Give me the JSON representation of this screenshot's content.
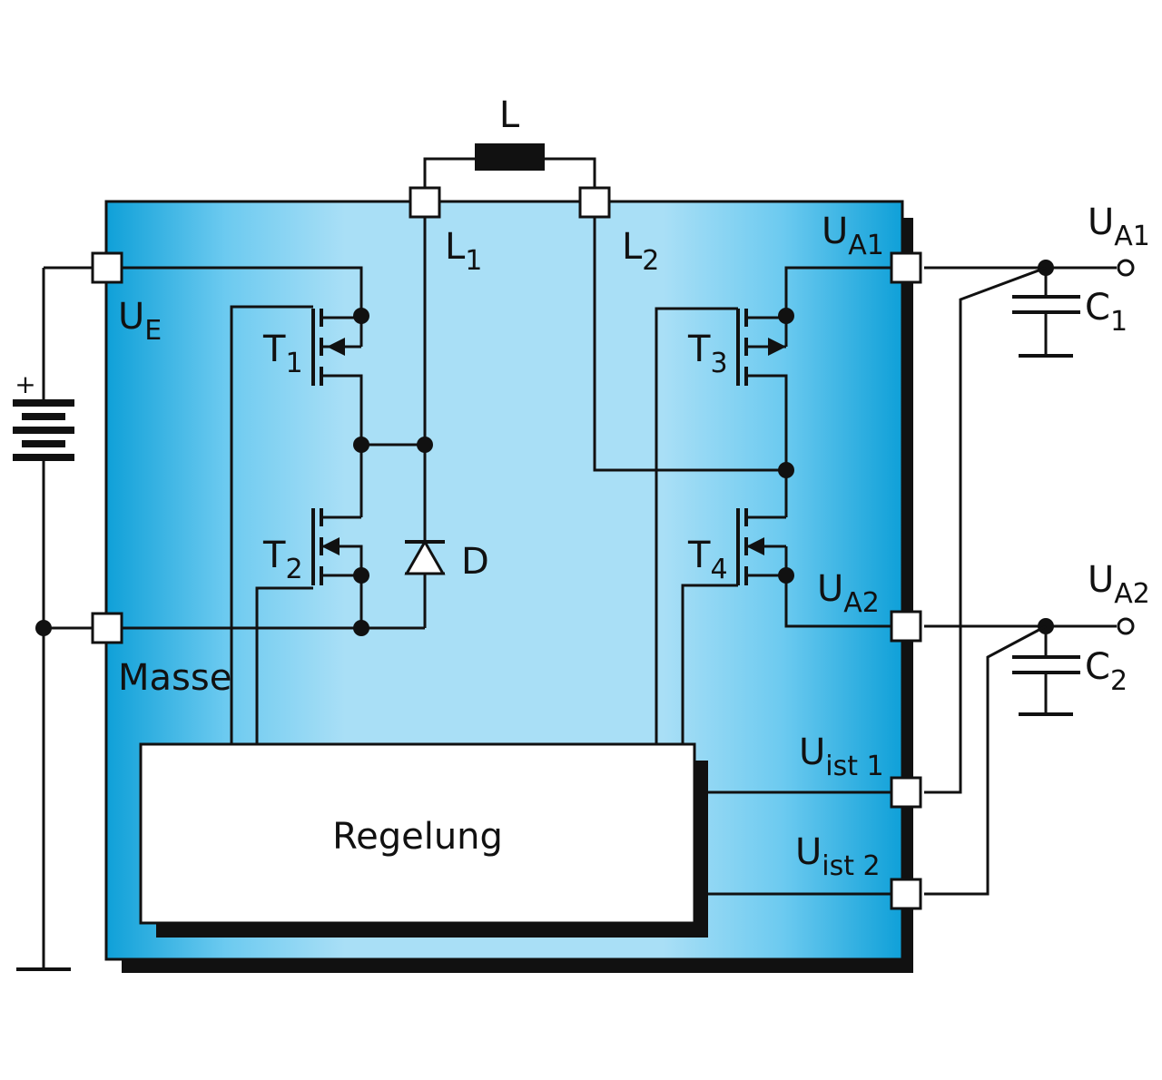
{
  "labels": {
    "inductor": "L",
    "l1": {
      "main": "L",
      "sub": "1"
    },
    "l2": {
      "main": "L",
      "sub": "2"
    },
    "ue": {
      "main": "U",
      "sub": "E"
    },
    "ua1_inner": {
      "main": "U",
      "sub": "A1"
    },
    "ua1_outer": {
      "main": "U",
      "sub": "A1"
    },
    "ua2_inner": {
      "main": "U",
      "sub": "A2"
    },
    "ua2_outer": {
      "main": "U",
      "sub": "A2"
    },
    "uist1": {
      "main": "U",
      "sub": "ist 1"
    },
    "uist2": {
      "main": "U",
      "sub": "ist 2"
    },
    "t1": {
      "main": "T",
      "sub": "1"
    },
    "t2": {
      "main": "T",
      "sub": "2"
    },
    "t3": {
      "main": "T",
      "sub": "3"
    },
    "t4": {
      "main": "T",
      "sub": "4"
    },
    "c1": {
      "main": "C",
      "sub": "1"
    },
    "c2": {
      "main": "C",
      "sub": "2"
    },
    "diode": "D",
    "masse": "Masse",
    "regelung": "Regelung",
    "battery_plus": "+"
  },
  "colors": {
    "chip_edge": "#0fa0d8",
    "chip_center": "#a9dff6",
    "wire": "#111111"
  }
}
